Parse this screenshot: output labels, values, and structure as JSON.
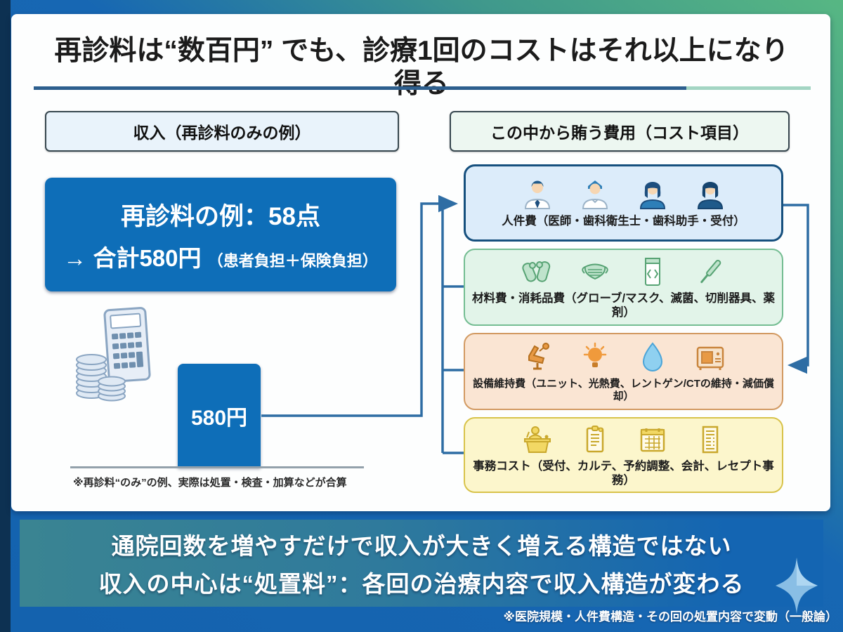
{
  "slide": {
    "title": "再診料は“数百円” でも、診療1回のコストはそれ以上になり得る",
    "income_section": {
      "header": "収入（再診料のみの例）",
      "fee_box": {
        "line1": "再診料の例：58点",
        "line2_main": "→ 合計580円",
        "line2_sub": "（患者負担＋保険負担）"
      },
      "bar_label": "580円",
      "footnote": "※再診料“のみ”の例、実際は処置・検査・加算などが合算"
    },
    "cost_section": {
      "header": "この中から賄う費用（コスト項目）",
      "items": [
        {
          "label": "人件費（医師・歯科衛生士・歯科助手・受付）",
          "icons": [
            "doctor-icon",
            "hygienist-icon",
            "dental-assistant-icon",
            "receptionist-icon"
          ]
        },
        {
          "label": "材料費・消耗品費（グローブ/マスク、滅菌、切削器具、薬剤）",
          "icons": [
            "gloves-icon",
            "mask-icon",
            "sterile-pouch-icon",
            "dental-instrument-icon"
          ]
        },
        {
          "label": "設備維持費（ユニット、光熱費、レントゲン/CTの維持・減価償却）",
          "icons": [
            "dental-chair-icon",
            "light-bulb-icon",
            "water-drop-icon",
            "xray-machine-icon"
          ]
        },
        {
          "label": "事務コスト（受付、カルテ、予約調整、会計、レセプト事務）",
          "icons": [
            "reception-desk-icon",
            "medical-chart-icon",
            "calendar-icon",
            "receipt-icon"
          ]
        }
      ]
    },
    "banner": {
      "line1": "通院回数を増やすだけで収入が大きく増える構造ではない",
      "line2": "収入の中心は“処置料”：各回の治療内容で収入構造が変わる"
    },
    "footer_note": "※医院規模・人件費構造・その回の処置内容で変動（一般論）",
    "colors": {
      "primary_blue": "#0e6eb8",
      "connector_blue": "#2e6da4",
      "banner_teal": "#3a8492",
      "background_blue": "#1565b2",
      "background_green": "#57b783",
      "personnel_bg": "#dcecfa",
      "materials_bg": "#e2f4e9",
      "equipment_bg": "#fae5d3",
      "admin_bg": "#fcf6cc"
    }
  }
}
